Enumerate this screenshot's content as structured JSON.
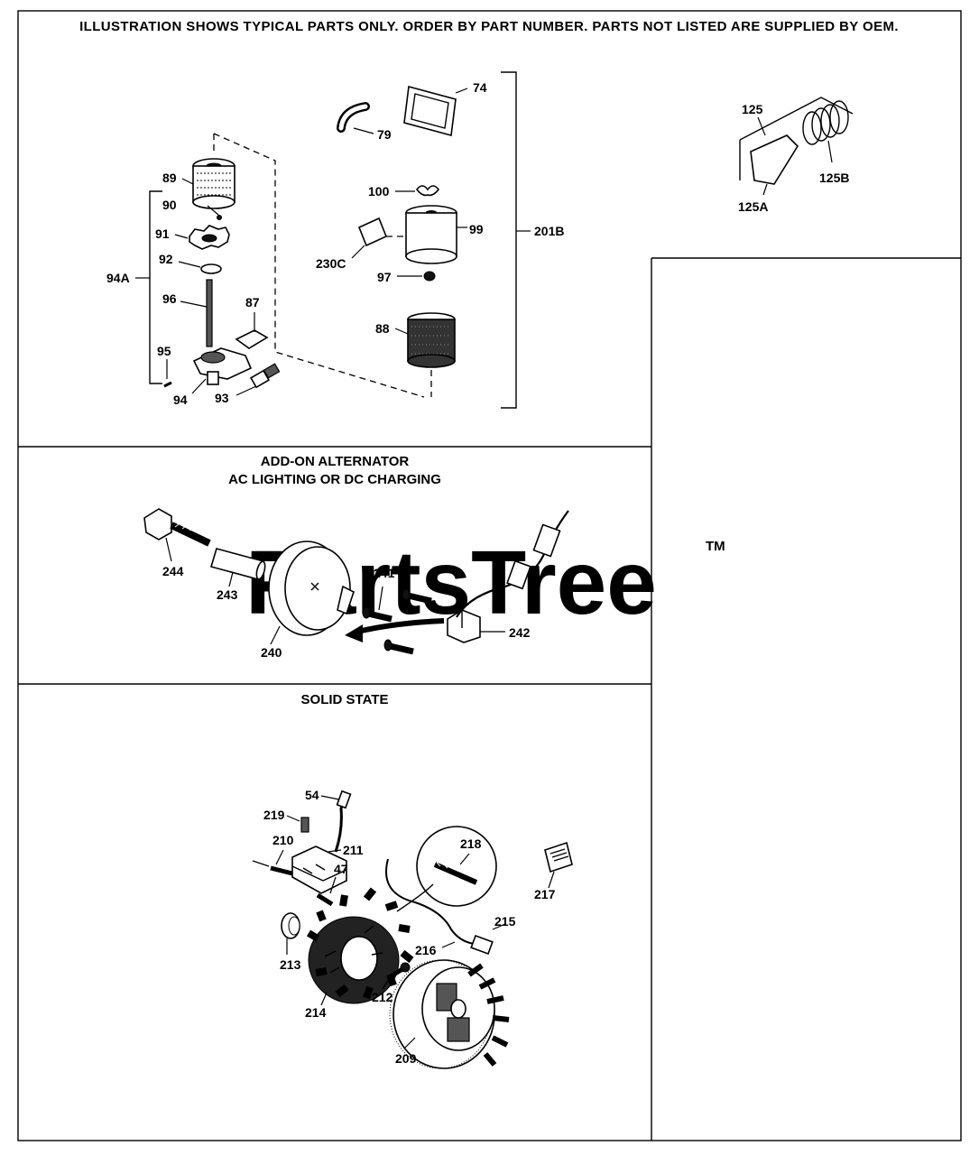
{
  "header": {
    "notice": "ILLUSTRATION SHOWS TYPICAL PARTS ONLY. ORDER BY PART NUMBER. PARTS NOT LISTED ARE SUPPLIED BY OEM."
  },
  "sections": {
    "alternator_title_1": "ADD-ON ALTERNATOR",
    "alternator_title_2": "AC LIGHTING OR DC CHARGING",
    "solid_state_title": "SOLID STATE"
  },
  "watermark": {
    "text": "PartsTree",
    "trademark": "TM"
  },
  "part_labels": {
    "p74": "74",
    "p79": "79",
    "p89": "89",
    "p90": "90",
    "p91": "91",
    "p92": "92",
    "p94A": "94A",
    "p96": "96",
    "p87": "87",
    "p95": "95",
    "p94": "94",
    "p93": "93",
    "p100": "100",
    "p99": "99",
    "p230C": "230C",
    "p97": "97",
    "p88": "88",
    "p201B": "201B",
    "p125": "125",
    "p125A": "125A",
    "p125B": "125B",
    "p244": "244",
    "p243": "243",
    "p241": "241",
    "p240": "240",
    "p242": "242",
    "p54": "54",
    "p219": "219",
    "p210": "210",
    "p211": "211",
    "p47": "47",
    "p218": "218",
    "p217": "217",
    "p215": "215",
    "p216": "216",
    "p213": "213",
    "p212": "212",
    "p214": "214",
    "p209": "209"
  }
}
